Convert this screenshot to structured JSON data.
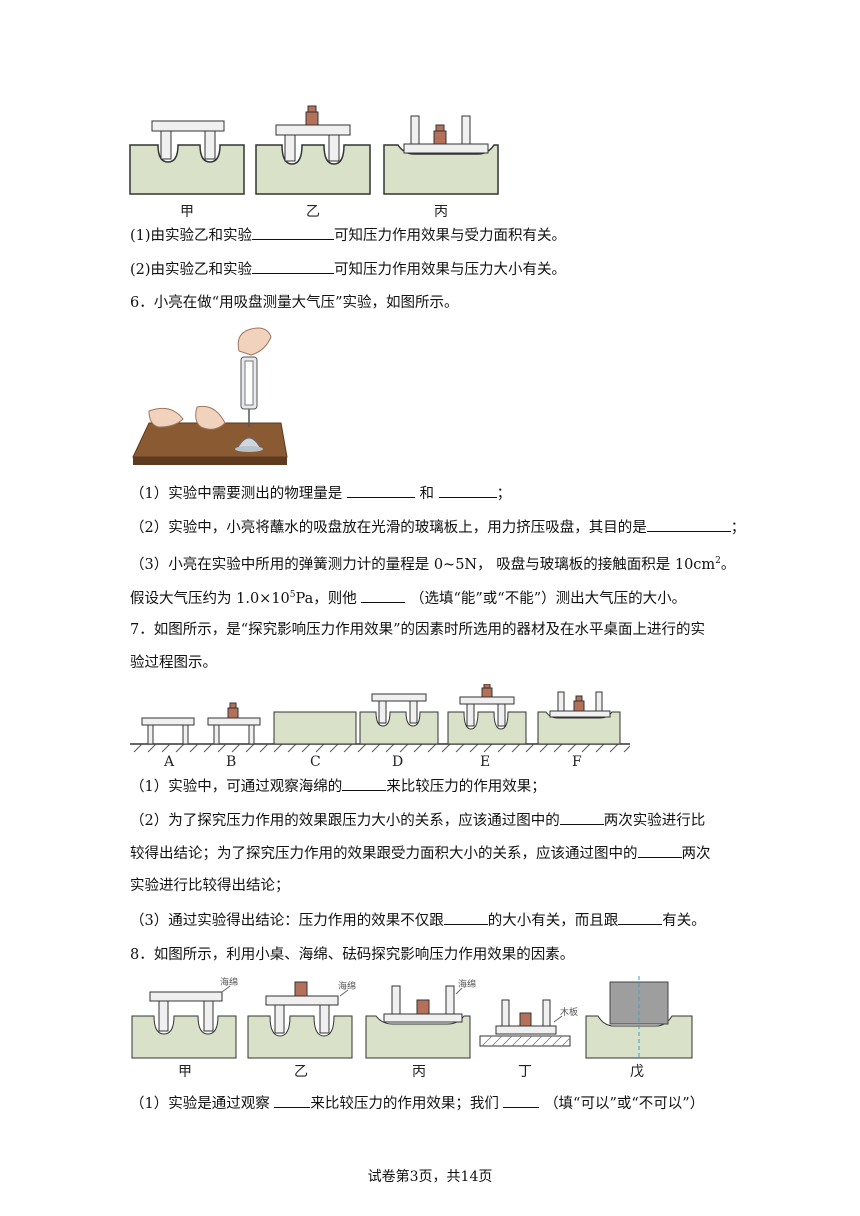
{
  "fig_top": {
    "captions": [
      "甲",
      "乙",
      "丙"
    ]
  },
  "q5": {
    "sub1": {
      "a": "(1)由实验乙和实验",
      "b": "可知压力作用效果与受力面积有关。"
    },
    "sub2": {
      "a": "(2)由实验乙和实验",
      "b": "可知压力作用效果与压力大小有关。"
    }
  },
  "q6": {
    "stem": "6．小亮在做“用吸盘测量大气压”实验，如图所示。",
    "sub1": {
      "a": "（1）实验中需要测出的物理量是",
      "b": "和",
      "c": "；"
    },
    "sub2": {
      "a": "（2）实验中，小亮将蘸水的吸盘放在光滑的玻璃板上，用力挤压吸盘，其目的是",
      "b": "；"
    },
    "sub3": {
      "a": "（3）小亮在实验中所用的弹簧测力计的量程是 0~5N， 吸盘与玻璃板的接触面积是 10cm",
      "sup": "2",
      "b": "。"
    },
    "sub3b": {
      "a": "假设大气压约为 1.0×10",
      "sup": "5",
      "b": "Pa，则他",
      "c": "（选填“能”或“不能”）测出大气压的大小。"
    }
  },
  "q7": {
    "stem1": "7．如图所示，是“探究影响压力作用效果”的因素时所选用的器材及在水平桌面上进行的实",
    "stem2": "验过程图示。",
    "captions": [
      "A",
      "B",
      "C",
      "D",
      "E",
      "F"
    ],
    "sub1": {
      "a": "（1）实验中，可通过观察海绵的",
      "b": "来比较压力的作用效果；"
    },
    "sub2a": {
      "a": "（2）为了探究压力作用的效果跟压力大小的关系，应该通过图中的",
      "b": "两次实验进行比"
    },
    "sub2b": {
      "a": "较得出结论；为了探究压力作用的效果跟受力面积大小的关系，应该通过图中的",
      "b": "两次"
    },
    "sub2c": {
      "a": "实验进行比较得出结论；"
    },
    "sub3": {
      "a": "（3）通过实验得出结论：压力作用的效果不仅跟",
      "b": "的大小有关，而且跟",
      "c": "有关。"
    }
  },
  "q8": {
    "stem": "8．如图所示，利用小桌、海绵、砝码探究影响压力作用效果的因素。",
    "labels": {
      "sponge": "海绵",
      "board": "木板"
    },
    "captions": [
      "甲",
      "乙",
      "丙",
      "丁",
      "戊"
    ],
    "sub1": {
      "a": "（1）实验是通过观察",
      "b": "来比较压力的作用效果；我们",
      "c": "（填“可以”或“不可以”）"
    }
  },
  "footer": "试卷第3页，共14页",
  "colors": {
    "sponge": "#d9e2c8",
    "weight": "#b5705a",
    "table": "#f0f0f0",
    "board": "#8a5a33"
  }
}
